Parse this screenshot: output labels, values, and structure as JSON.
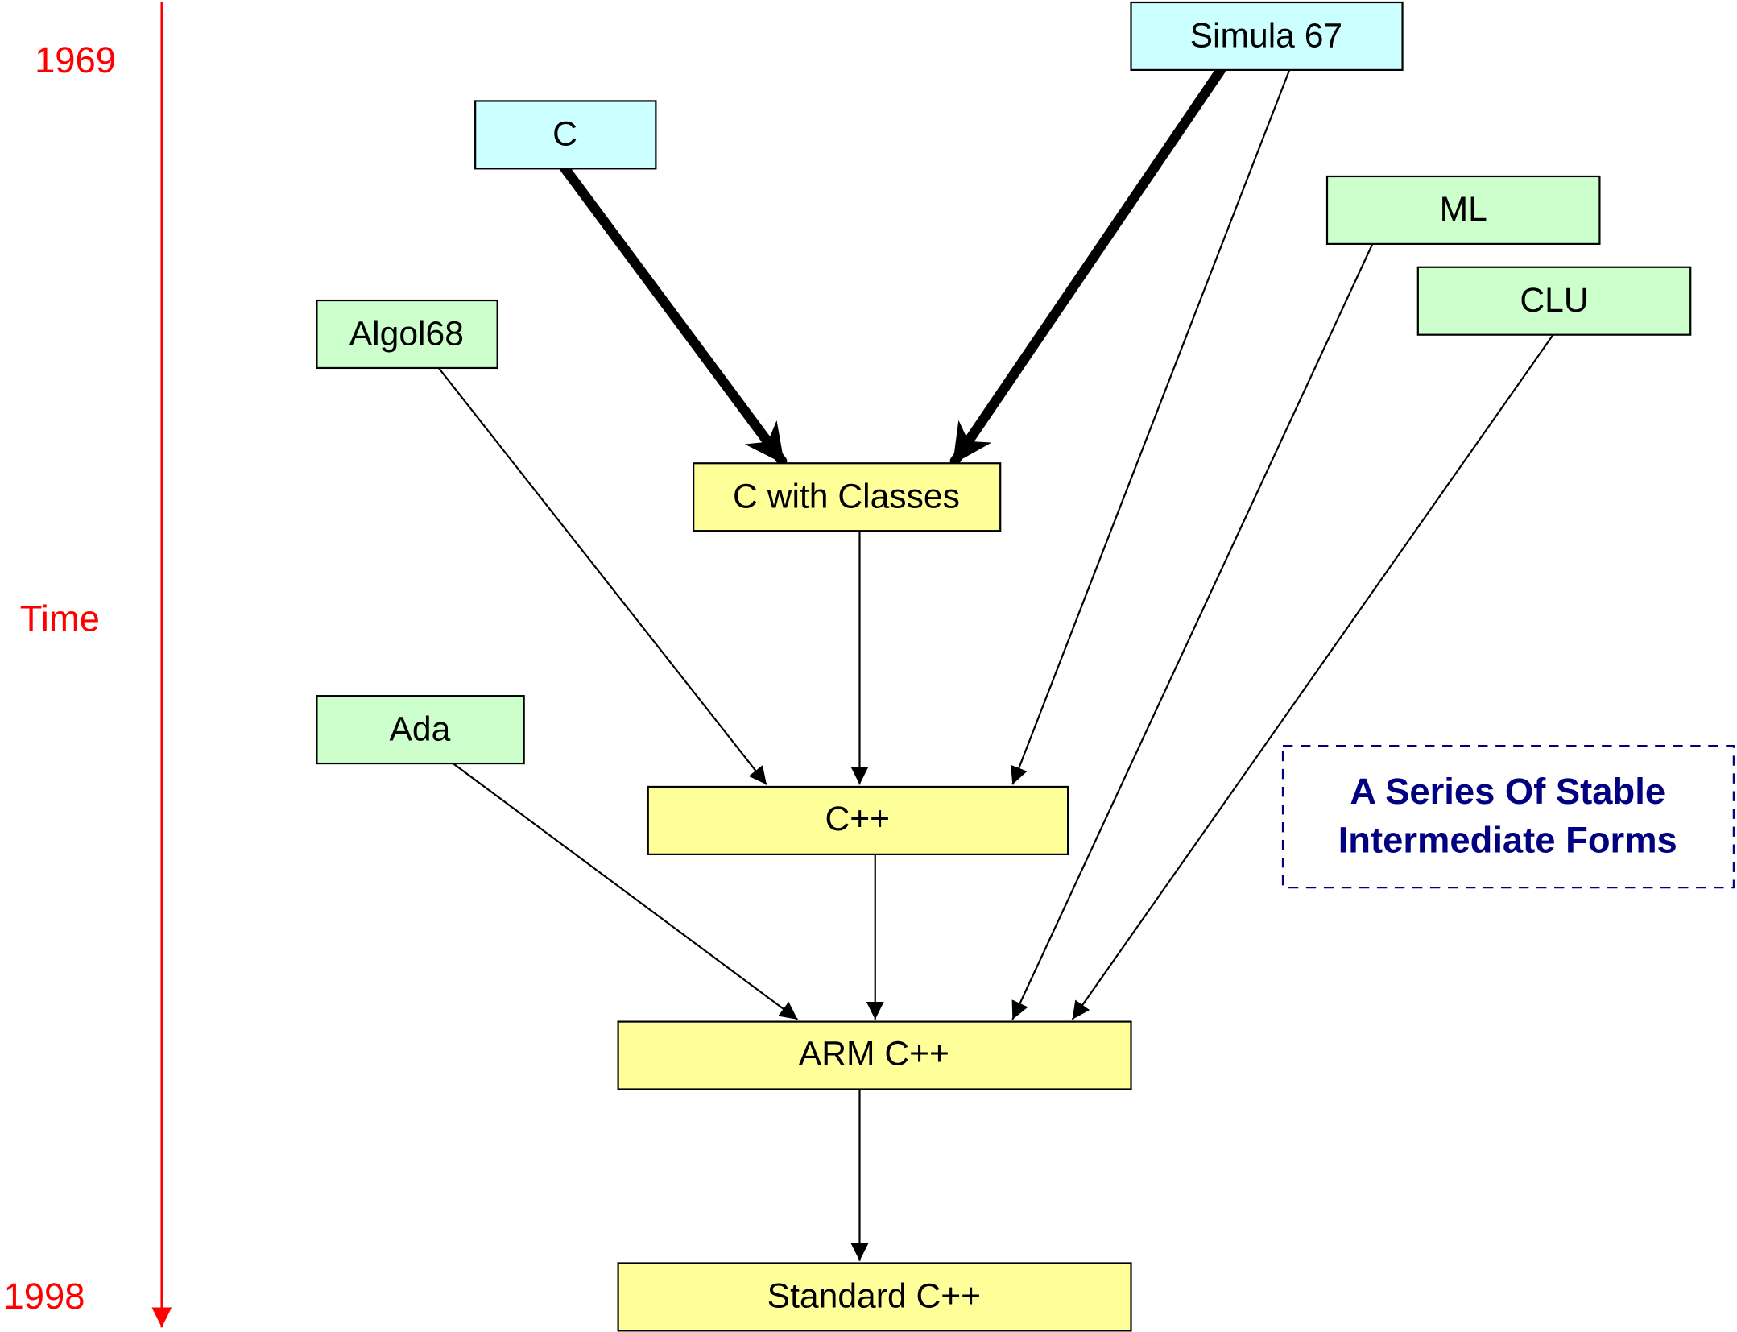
{
  "title": "C++ language evolution timeline",
  "timeline": {
    "start_label": "1969",
    "middle_label": "Time",
    "end_label": "1998",
    "color": "#ff0000"
  },
  "colors": {
    "origin": "#ccffff",
    "influence": "#ccffcc",
    "cpp_form": "#ffff99",
    "note": "#000080"
  },
  "nodes": {
    "simula": {
      "label": "Simula 67",
      "kind": "origin"
    },
    "c": {
      "label": "C",
      "kind": "origin"
    },
    "ml": {
      "label": "ML",
      "kind": "influence"
    },
    "clu": {
      "label": "CLU",
      "kind": "influence"
    },
    "algol68": {
      "label": "Algol68",
      "kind": "influence"
    },
    "ada": {
      "label": "Ada",
      "kind": "influence"
    },
    "cwc": {
      "label": "C with Classes",
      "kind": "cpp_form"
    },
    "cpp": {
      "label": "C++",
      "kind": "cpp_form"
    },
    "arm": {
      "label": "ARM C++",
      "kind": "cpp_form"
    },
    "std": {
      "label": "Standard C++",
      "kind": "cpp_form"
    }
  },
  "edges": [
    {
      "from": "c",
      "to": "cwc",
      "weight": "strong"
    },
    {
      "from": "simula",
      "to": "cwc",
      "weight": "strong"
    },
    {
      "from": "simula",
      "to": "cpp",
      "weight": "normal"
    },
    {
      "from": "algol68",
      "to": "cpp",
      "weight": "normal"
    },
    {
      "from": "cwc",
      "to": "cpp",
      "weight": "normal"
    },
    {
      "from": "ada",
      "to": "arm",
      "weight": "normal"
    },
    {
      "from": "cpp",
      "to": "arm",
      "weight": "normal"
    },
    {
      "from": "ml",
      "to": "arm",
      "weight": "normal"
    },
    {
      "from": "clu",
      "to": "arm",
      "weight": "normal"
    },
    {
      "from": "arm",
      "to": "std",
      "weight": "normal"
    }
  ],
  "note": {
    "line1": "A Series Of Stable",
    "line2": "Intermediate Forms"
  }
}
